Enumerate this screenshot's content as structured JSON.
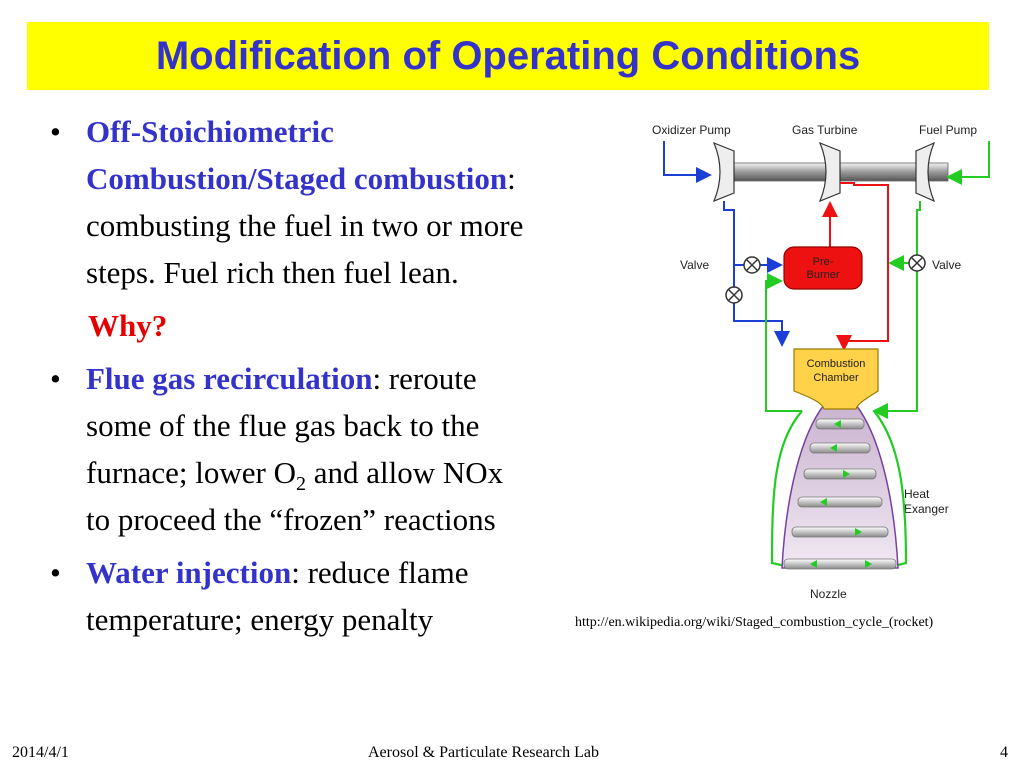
{
  "title": "Modification of Operating Conditions",
  "bullets": {
    "b1": {
      "kw1": "Off-Stoichiometric",
      "kw2": "Combustion/Staged combustion",
      "colon": ":",
      "l3": "combusting the fuel in two or more",
      "l4": "steps.  Fuel rich then fuel lean."
    },
    "why": "Why?",
    "b2": {
      "kw": "Flue gas recirculation",
      "l1rest": ": reroute",
      "l2": "some of the flue gas back to the",
      "l3a": "furnace; lower O",
      "l3sub": "2",
      "l3b": " and allow NOx",
      "l4": "to proceed the “frozen” reactions"
    },
    "b3": {
      "kw": "Water injection",
      "l1rest": ": reduce flame",
      "l2": "temperature; energy penalty"
    }
  },
  "bullet_glyph": "•",
  "diagram": {
    "oxidizer_pump": "Oxidizer Pump",
    "gas_turbine": "Gas Turbine",
    "fuel_pump": "Fuel Pump",
    "valve_left": "Valve",
    "valve_right": "Valve",
    "preburner_1": "Pre-",
    "preburner_2": "Burner",
    "chamber_1": "Combustion",
    "chamber_2": "Chamber",
    "heat_1": "Heat",
    "heat_2": "Exanger",
    "nozzle": "Nozzle"
  },
  "colors": {
    "title_bg": "#ffff00",
    "title_text": "#3333cc",
    "keyword": "#3333cc",
    "why": "#e60000",
    "oxidizer_line": "#1a3fd6",
    "fuel_line": "#22cc22",
    "hot_gas_line": "#ee1111",
    "preburner": "#ee1111",
    "chamber": "#ffd24a"
  },
  "source_url": "http://en.wikipedia.org/wiki/Staged_combustion_cycle_(rocket)",
  "footer": {
    "date": "2014/4/1",
    "lab": "Aerosol & Particulate Research Lab",
    "page": "4"
  }
}
